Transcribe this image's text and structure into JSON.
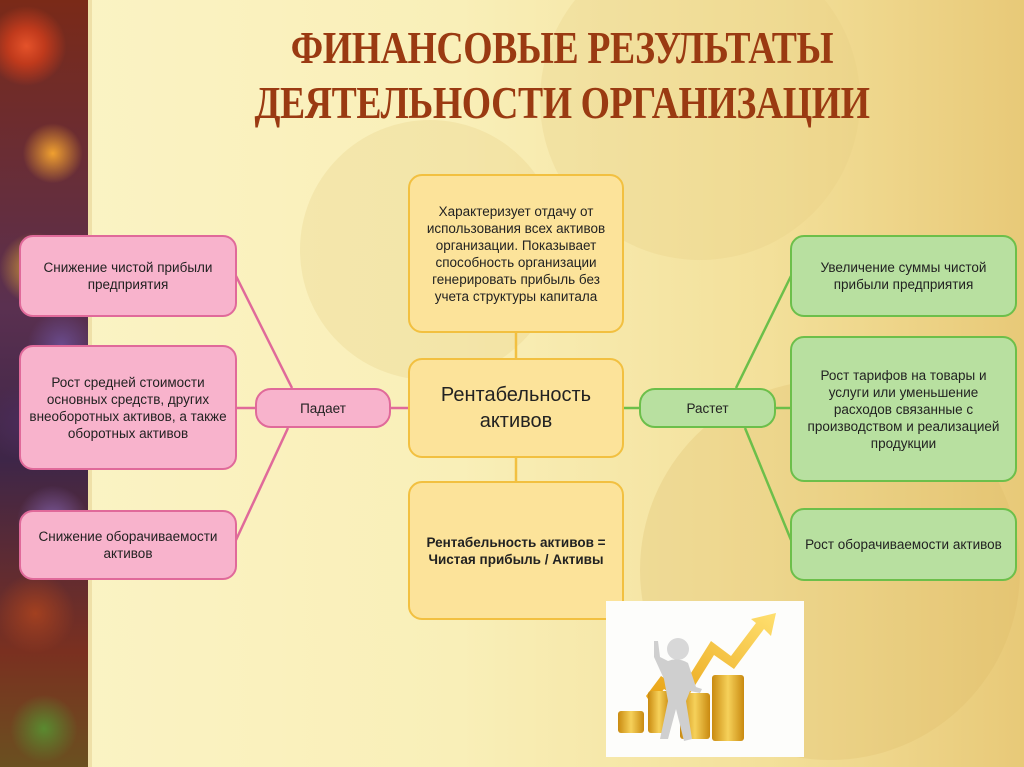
{
  "title": {
    "line1": "ФИНАНСОВЫЕ РЕЗУЛЬТАТЫ",
    "line2": "ДЕЯТЕЛЬНОСТИ ОРГАНИЗАЦИИ"
  },
  "center": {
    "description": "Характеризует отдачу от использования всех активов организации. Показывает способность организации генерировать прибыль без учета структуры капитала",
    "main": "Рентабельность активов",
    "formula": "Рентабельность активов = Чистая прибыль / Активы"
  },
  "left": {
    "hub": "Падает",
    "color": "#f8b3cc",
    "items": [
      "Снижение чистой прибыли предприятия",
      "Рост средней стоимости основных средств, других внеоборотных активов, а также оборотных активов",
      "Снижение оборачиваемости активов"
    ]
  },
  "right": {
    "hub": "Растет",
    "color": "#b8e0a0",
    "items": [
      "Увеличение суммы чистой прибыли предприятия",
      "Рост тарифов на товары и услуги или уменьшение расходов связанные с производством и реализацией продукции",
      "Рост оборачиваемости активов"
    ]
  },
  "image": {
    "icon": "growth-coins-figure-icon"
  }
}
